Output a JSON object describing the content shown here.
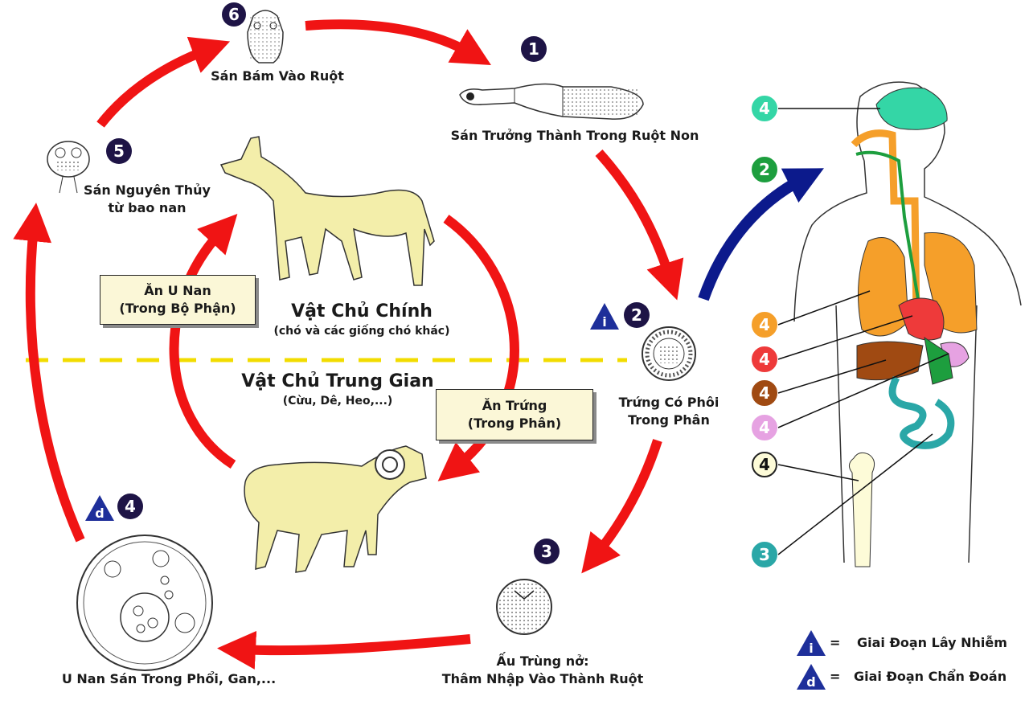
{
  "stages": {
    "s1": {
      "number": "1",
      "label": "Sán Trưởng Thành Trong Ruột Non"
    },
    "s2": {
      "number": "2",
      "label_line1": "Trứng Có Phôi",
      "label_line2": "Trong Phân"
    },
    "s3": {
      "number": "3",
      "label_line1": "Ấu Trùng nở:",
      "label_line2": "Thâm Nhập Vào Thành Ruột"
    },
    "s4": {
      "number": "4",
      "label": "U Nan Sán Trong Phổi, Gan,..."
    },
    "s5": {
      "number": "5",
      "label_line1": "Sán Nguyên Thủy",
      "label_line2": "từ bao nan"
    },
    "s6": {
      "number": "6",
      "label": "Sán Bám Vào Ruột"
    }
  },
  "hosts": {
    "definitive": {
      "title": "Vật Chủ Chính",
      "subtitle": "(chó và các giống chó khác)"
    },
    "intermediate": {
      "title": "Vật Chủ Trung Gian",
      "subtitle": "(Cừu, Dê, Heo,...)"
    }
  },
  "boxes": {
    "eat_cyst": {
      "line1": "Ăn U Nan",
      "line2": "(Trong Bộ Phận)"
    },
    "eat_eggs": {
      "line1": "Ăn Trứng",
      "line2": "(Trong Phân)"
    }
  },
  "human_markers": {
    "m_brain": "4",
    "m_two": "2",
    "m_lung": "4",
    "m_heart": "4",
    "m_liver": "4",
    "m_spleen": "4",
    "m_bone": "4",
    "m_three": "3"
  },
  "legend": {
    "infective_icon": "i",
    "infective_eq": "=",
    "infective_text": "Giai Đoạn Lây Nhiễm",
    "diagnostic_icon": "d",
    "diagnostic_eq": "=",
    "diagnostic_text": "Giai Đoạn Chẩn Đoán"
  },
  "colors": {
    "arrow_red": "#f01414",
    "arrow_blue": "#0c1a8c",
    "divider_yellow": "#f2dc00",
    "badge_dark": "#1e1446",
    "box_fill": "#fbf7d7",
    "animal_fill": "#f3eeaa",
    "brain": "#34d6a6",
    "lung": "#f59f2a",
    "heart": "#ee3a3a",
    "liver": "#a04a12",
    "spleen": "#e6a2e2",
    "intestine": "#2aa7a7",
    "esophagus_green": "#1d9e3e",
    "bone": "#fdfbd8"
  }
}
